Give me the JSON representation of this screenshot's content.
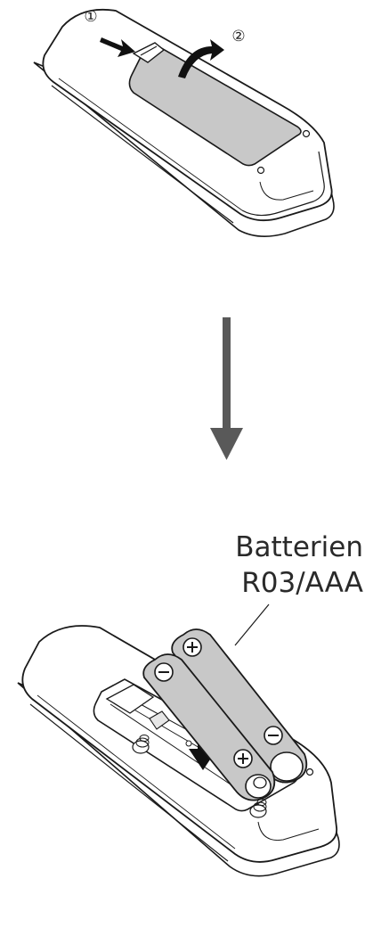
{
  "steps": {
    "step1_label": "①",
    "step2_label": "②"
  },
  "battery_label": {
    "line1": "Batterien",
    "line2": "R03/AAA"
  },
  "battery_symbols": {
    "plus": "⊕",
    "minus": "⊖"
  },
  "colors": {
    "remote_fill": "#ffffff",
    "remote_outline": "#1a1a1a",
    "cover_fill": "#c8c8c8",
    "battery_fill": "#c8c8c8",
    "arrow_fill": "#595959",
    "push_arrow": "#111111"
  }
}
